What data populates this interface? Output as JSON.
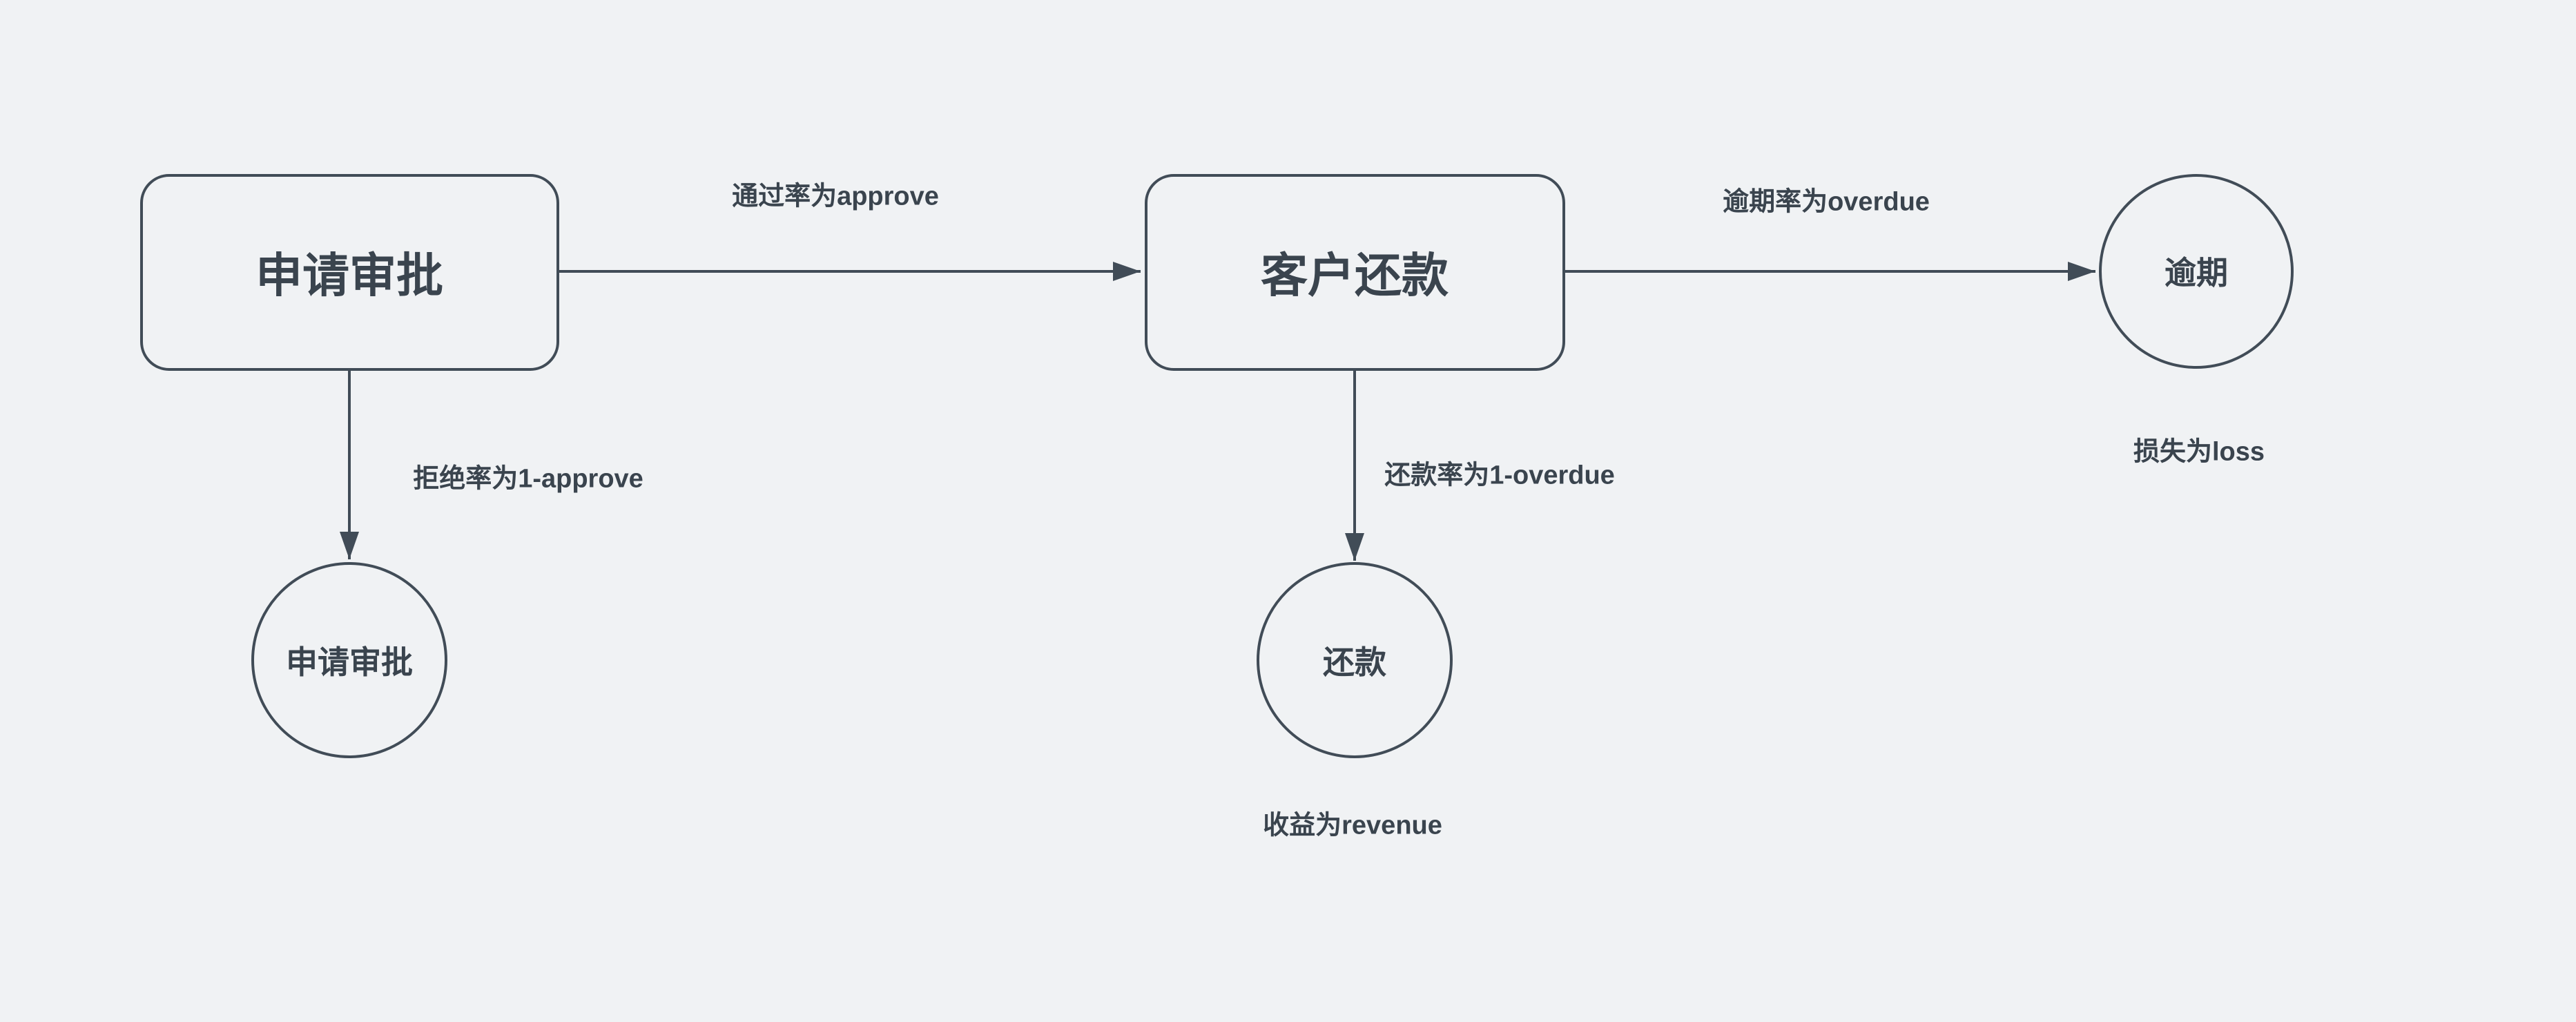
{
  "canvas": {
    "background_color": "#f0f2f4",
    "stroke_color": "#414c57",
    "text_color": "#3a444e"
  },
  "nodes": {
    "approval_box": {
      "shape": "rounded-rectangle",
      "label": "申请审批"
    },
    "repayment_box": {
      "shape": "rounded-rectangle",
      "label": "客户还款"
    },
    "approval_circle": {
      "shape": "circle",
      "label": "申请审批"
    },
    "repayment_circle": {
      "shape": "circle",
      "label": "还款"
    },
    "overdue_circle": {
      "shape": "circle",
      "label": "逾期"
    }
  },
  "edges": {
    "approve": {
      "label": "通过率为approve",
      "from": "申请审批",
      "to": "客户还款"
    },
    "reject": {
      "label": "拒绝率为1-approve",
      "from": "申请审批",
      "to": "申请审批"
    },
    "overdue": {
      "label": "逾期率为overdue",
      "from": "客户还款",
      "to": "逾期"
    },
    "repay": {
      "label": "还款率为1-overdue",
      "from": "客户还款",
      "to": "还款"
    }
  },
  "annotations": {
    "revenue": {
      "label": "收益为revenue"
    },
    "loss": {
      "label": "损失为loss"
    }
  }
}
